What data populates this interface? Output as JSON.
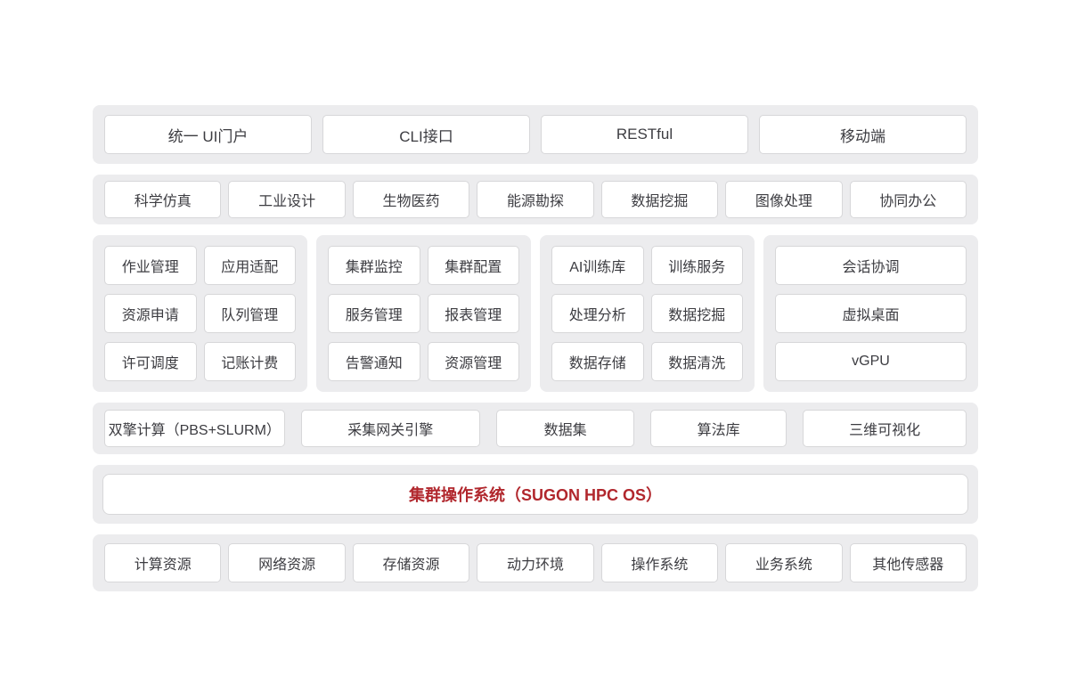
{
  "colors": {
    "page_bg": "#ffffff",
    "band_bg": "#ececee",
    "card_bg": "#ffffff",
    "card_border": "#d7d7d9",
    "text": "#3c3c41",
    "accent_red": "#b1272d"
  },
  "rows": {
    "access": {
      "items": [
        "统一 UI门户",
        "CLI接口",
        "RESTful",
        "移动端"
      ]
    },
    "applications": {
      "items": [
        "科学仿真",
        "工业设计",
        "生物医药",
        "能源勘探",
        "数据挖掘",
        "图像处理",
        "协同办公"
      ]
    },
    "module_groups": {
      "job": {
        "items": [
          "作业管理",
          "应用适配",
          "资源申请",
          "队列管理",
          "许可调度",
          "记账计费"
        ]
      },
      "cluster": {
        "items": [
          "集群监控",
          "集群配置",
          "服务管理",
          "报表管理",
          "告警通知",
          "资源管理"
        ]
      },
      "ai_data": {
        "items": [
          "AI训练库",
          "训练服务",
          "处理分析",
          "数据挖掘",
          "数据存储",
          "数据清洗"
        ]
      },
      "desktop": {
        "items": [
          "会话协调",
          "虚拟桌面",
          "vGPU"
        ]
      }
    },
    "engines": {
      "items": [
        "双擎计算（PBS+SLURM）",
        "采集网关引擎",
        "数据集",
        "算法库",
        "三维可视化"
      ]
    },
    "os": {
      "label": "集群操作系统（SUGON HPC OS）"
    },
    "resources": {
      "items": [
        "计算资源",
        "网络资源",
        "存储资源",
        "动力环境",
        "操作系统",
        "业务系统",
        "其他传感器"
      ]
    }
  }
}
